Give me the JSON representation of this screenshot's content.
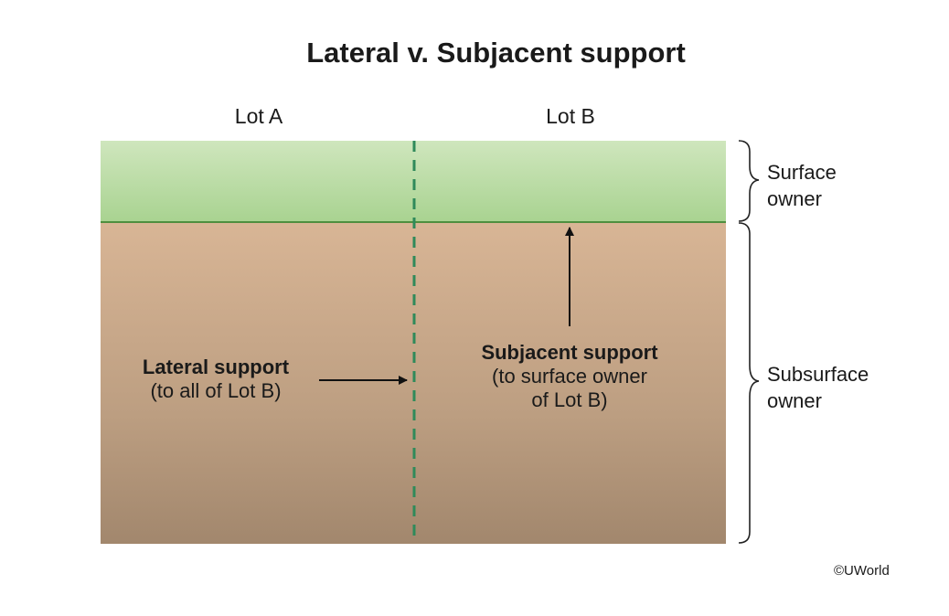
{
  "diagram": {
    "title": "Lateral v. Subjacent support",
    "lots": {
      "a": "Lot A",
      "b": "Lot B"
    },
    "lateral": {
      "heading": "Lateral support",
      "detail": "(to all of Lot B)"
    },
    "subjacent": {
      "heading": "Subjacent support",
      "detail_line1": "(to surface owner",
      "detail_line2": "of Lot B)"
    },
    "owners": {
      "surface_line1": "Surface",
      "surface_line2": "owner",
      "subsurface_line1": "Subsurface",
      "subsurface_line2": "owner"
    },
    "copyright": "©UWorld",
    "colors": {
      "surface_top": "#cfe6bd",
      "surface_bottom": "#a9d391",
      "surface_line": "#4e8f3f",
      "subsurface_top": "#d8b595",
      "subsurface_bottom": "#a2876d",
      "lot_divider": "#2f8a5a"
    }
  }
}
